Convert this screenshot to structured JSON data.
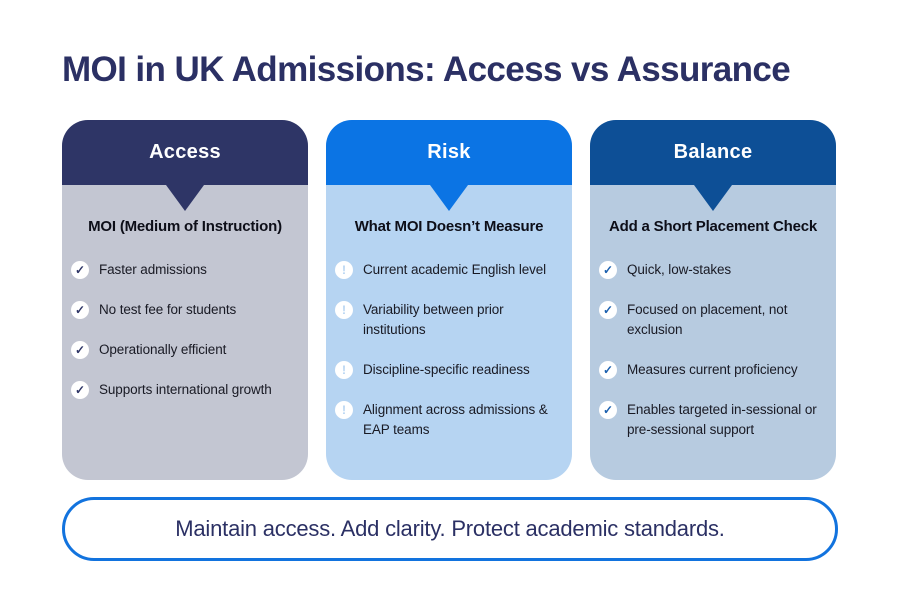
{
  "page": {
    "title": "MOI in UK Admissions: Access vs Assurance",
    "footer_message": "Maintain access. Add clarity. Protect academic standards."
  },
  "theme": {
    "title_color": "#2b3064",
    "footer_border_color": "#1273de",
    "footer_text_color": "#2b3064",
    "background": "#ffffff"
  },
  "columns": [
    {
      "header": "Access",
      "subtitle": "MOI (Medium of Instruction)",
      "icon": "check-icon",
      "icon_char": "✓",
      "colors": {
        "header": "#2e3566",
        "body": "#c3c6d2",
        "icon_glyph": "#2e3566"
      },
      "items": [
        "Faster admissions",
        "No test fee for students",
        "Operationally efficient",
        "Supports international growth"
      ]
    },
    {
      "header": "Risk",
      "subtitle": "What MOI Doesn’t Measure",
      "icon": "exclamation-icon",
      "icon_char": "!",
      "colors": {
        "header": "#0b74e4",
        "body": "#b6d4f2",
        "icon_glyph": "#b6d4f2"
      },
      "items": [
        "Current academic English level",
        "Variability between prior institutions",
        "Discipline-specific readiness",
        "Alignment across admissions & EAP teams"
      ]
    },
    {
      "header": "Balance",
      "subtitle": "Add a Short Placement Check",
      "icon": "check-icon",
      "icon_char": "✓",
      "colors": {
        "header": "#0d4f96",
        "body": "#b7cbe0",
        "icon_glyph": "#1a5fae"
      },
      "items": [
        "Quick, low-stakes",
        "Focused on placement, not exclusion",
        "Measures current proficiency",
        "Enables targeted in-sessional or pre-sessional support"
      ]
    }
  ]
}
